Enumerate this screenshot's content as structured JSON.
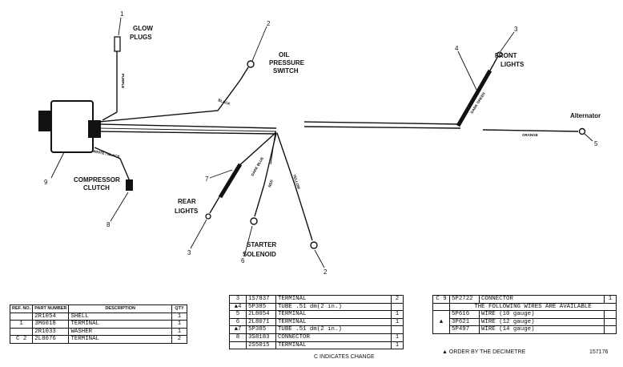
{
  "labels": {
    "glow_plugs": [
      "GLOW",
      "PLUGS"
    ],
    "oil_pressure_switch": [
      "OIL",
      "PRESSURE",
      "SWITCH"
    ],
    "front_lights": [
      "FRONT",
      "LIGHTS"
    ],
    "alternator": "Alternator",
    "compressor_clutch": [
      "COMPRESSOR",
      "CLUTCH"
    ],
    "rear_lights": [
      "REAR",
      "LIGHTS"
    ],
    "starter_solenoid": [
      "STARTER",
      "SOLENOID"
    ]
  },
  "callouts": {
    "glow": "1",
    "oil": "2",
    "front_lights": "3",
    "front_tube": "4",
    "alternator": "5",
    "starter": "6",
    "rear_tube": "7",
    "compressor": "8",
    "harness": "9",
    "rear_lights": "3",
    "starter_wire": "2"
  },
  "wire_colors": {
    "purple": "PURPLE",
    "black": "BLACK",
    "dark_green": "DARK GREEN",
    "orange": "ORANGE",
    "white_black": "WHITE / BLACK",
    "dark_blue": "DARK BLUE",
    "red": "RED",
    "yellow": "YELLOW"
  },
  "table1": {
    "headers": [
      "REF. NO.",
      "PART NUMBER",
      "DESCRIPTION",
      "QTY"
    ],
    "rows": [
      {
        "mark": "",
        "ref": "",
        "part": "2R1054",
        "desc": "SHELL",
        "qty": "1"
      },
      {
        "mark": "",
        "ref": "1",
        "part": "3M6018",
        "desc": "TERMINAL",
        "qty": "1"
      },
      {
        "mark": "",
        "ref": "",
        "part": "2R1033",
        "desc": "WASHER",
        "qty": "1"
      },
      {
        "mark": "C",
        "ref": "2",
        "part": "2L8076",
        "desc": "TERMINAL",
        "qty": "2"
      }
    ]
  },
  "table2": {
    "rows": [
      {
        "mark": "",
        "ref": "3",
        "part": "1S7837",
        "desc": "TERMINAL",
        "spec": "",
        "qty": "2"
      },
      {
        "mark": "▲",
        "ref": "4",
        "part": "5P385",
        "desc": "TUBE",
        "spec": ".51 dm(2 in.)",
        "qty": ""
      },
      {
        "mark": "",
        "ref": "5",
        "part": "2L8054",
        "desc": "TERMINAL",
        "spec": "",
        "qty": "1"
      },
      {
        "mark": "",
        "ref": "6",
        "part": "2L8071",
        "desc": "TERMINAL",
        "spec": "",
        "qty": "1"
      },
      {
        "mark": "▲",
        "ref": "7",
        "part": "5P385",
        "desc": "TUBE",
        "spec": ".51 dm(2 in.)",
        "qty": ""
      },
      {
        "mark": "",
        "ref": "8",
        "part": "3S8183",
        "desc": "CONNECTOR",
        "spec": "",
        "qty": "1"
      },
      {
        "mark": "",
        "ref": "",
        "part": "2S5015",
        "desc": "TERMINAL",
        "spec": "",
        "qty": "1"
      }
    ],
    "note": "C INDICATES CHANGE"
  },
  "table3": {
    "rows": [
      {
        "mark": "C",
        "ref": "9",
        "part": "5P2722",
        "desc": "CONNECTOR",
        "qty": "1"
      }
    ],
    "subheading": "THE FOLLOWING WIRES ARE AVAILABLE",
    "wires": [
      {
        "part": "5P616",
        "desc": "WIRE",
        "gauge": "(10 gauge)"
      },
      {
        "part": "3P621",
        "desc": "WIRE",
        "gauge": "(12 gauge)"
      },
      {
        "part": "5P497",
        "desc": "WIRE",
        "gauge": "(14 gauge)"
      }
    ],
    "wire_mark": "▲",
    "note": "▲ ORDER BY THE DECIMETRE",
    "figure_number": "157176"
  }
}
